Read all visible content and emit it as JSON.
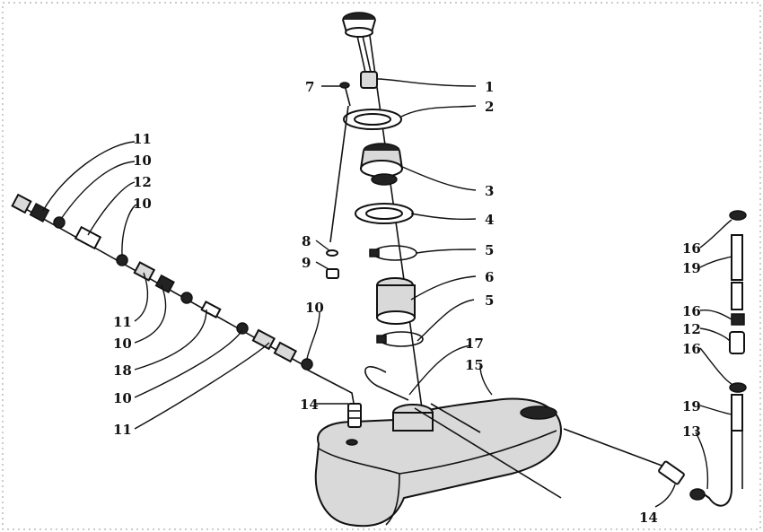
{
  "callouts": [
    {
      "id": "c1",
      "text": "1"
    },
    {
      "id": "c2",
      "text": "2"
    },
    {
      "id": "c3",
      "text": "3"
    },
    {
      "id": "c4",
      "text": "4"
    },
    {
      "id": "c5a",
      "text": "5"
    },
    {
      "id": "c5b",
      "text": "5"
    },
    {
      "id": "c6",
      "text": "6"
    },
    {
      "id": "c7",
      "text": "7"
    },
    {
      "id": "c8",
      "text": "8"
    },
    {
      "id": "c9",
      "text": "9"
    },
    {
      "id": "c10a",
      "text": "10"
    },
    {
      "id": "c10b",
      "text": "10"
    },
    {
      "id": "c10c",
      "text": "10"
    },
    {
      "id": "c10d",
      "text": "10"
    },
    {
      "id": "c10e",
      "text": "10"
    },
    {
      "id": "c11a",
      "text": "11"
    },
    {
      "id": "c11b",
      "text": "11"
    },
    {
      "id": "c11c",
      "text": "11"
    },
    {
      "id": "c12a",
      "text": "12"
    },
    {
      "id": "c12b",
      "text": "12"
    },
    {
      "id": "c13",
      "text": "13"
    },
    {
      "id": "c14a",
      "text": "14"
    },
    {
      "id": "c14b",
      "text": "14"
    },
    {
      "id": "c15",
      "text": "15"
    },
    {
      "id": "c16a",
      "text": "16"
    },
    {
      "id": "c16b",
      "text": "16"
    },
    {
      "id": "c16c",
      "text": "16"
    },
    {
      "id": "c17",
      "text": "17"
    },
    {
      "id": "c18",
      "text": "18"
    },
    {
      "id": "c19a",
      "text": "19"
    },
    {
      "id": "c19b",
      "text": "19"
    }
  ]
}
